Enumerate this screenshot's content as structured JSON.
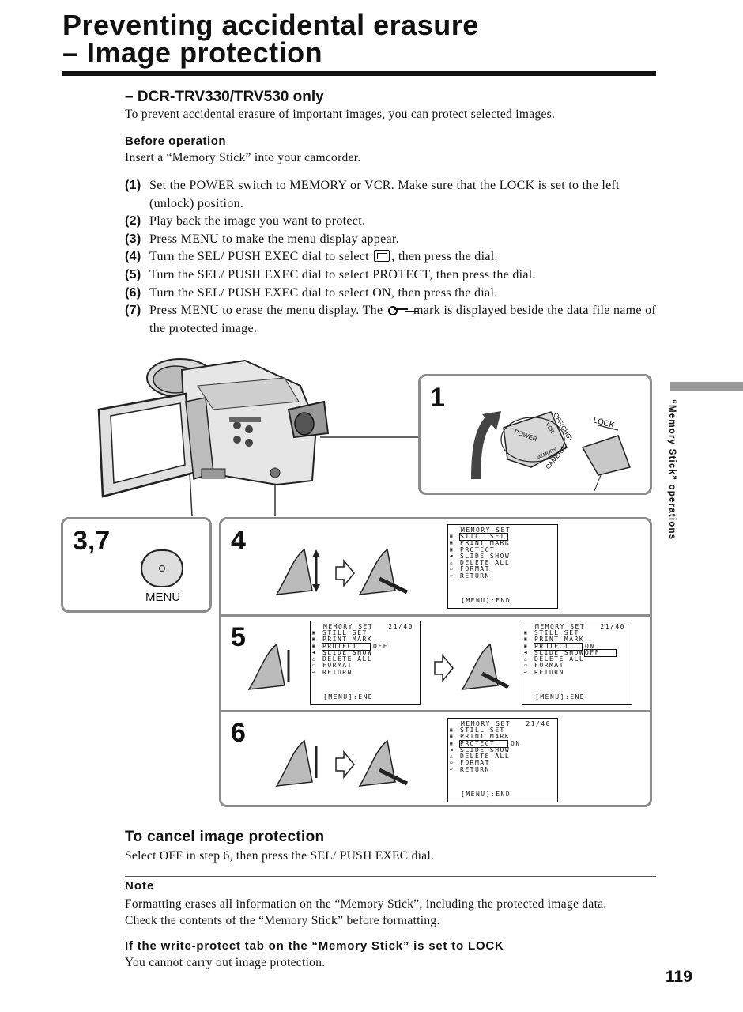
{
  "header": {
    "title_line1": "Preventing accidental erasure",
    "title_line2": "– Image protection"
  },
  "intro": {
    "subtitle": "– DCR-TRV330/TRV530 only",
    "text": "To prevent accidental erasure of important images, you can protect selected images."
  },
  "before": {
    "heading": "Before operation",
    "text": "Insert a “Memory Stick” into your camcorder."
  },
  "steps": [
    {
      "num": "(1)",
      "text": "Set the POWER switch to MEMORY or VCR. Make sure that the LOCK is set to the left (unlock) position."
    },
    {
      "num": "(2)",
      "text": "Play back the image you want to protect."
    },
    {
      "num": "(3)",
      "text": "Press MENU to make the menu display appear."
    },
    {
      "num": "(4)",
      "pre": "Turn the SEL/ PUSH EXEC dial to select",
      "post": ", then press the dial."
    },
    {
      "num": "(5)",
      "text": "Turn the SEL/ PUSH EXEC dial to select PROTECT, then press the dial."
    },
    {
      "num": "(6)",
      "text": "Turn the SEL/ PUSH EXEC dial to select ON, then press the dial."
    },
    {
      "num": "(7)",
      "pre": "Press MENU to erase the menu display. The",
      "post": "mark is displayed beside the data file name of the protected image."
    }
  ],
  "sidebar": {
    "label": "“Memory Stick” operations"
  },
  "figure": {
    "label_1": "1",
    "label_37": "3,7",
    "label_4": "4",
    "label_5": "5",
    "label_6": "6",
    "switch_labels": {
      "power": "POWER",
      "off": "OFF(CHG)",
      "vcr": "VCR",
      "memory": "MEMORY",
      "camera": "CAMERA",
      "lock": "LOCK"
    },
    "menu_button": "MENU",
    "menus": {
      "title": "MEMORY SET",
      "count": "21/40",
      "items": [
        "STILL SET",
        "PRINT MARK",
        "PROTECT",
        "SLIDE SHOW",
        "DELETE ALL",
        "FORMAT",
        "RETURN"
      ],
      "end": "[MENU]:END",
      "value_off": "OFF",
      "value_on": "ON"
    }
  },
  "cancel": {
    "heading": "To cancel image protection",
    "text": "Select OFF in step 6, then press the SEL/ PUSH EXEC dial."
  },
  "note": {
    "heading": "Note",
    "text": "Formatting erases all information on the “Memory Stick”, including the protected image data. Check the contents of the “Memory Stick” before formatting."
  },
  "write_protect": {
    "heading": "If the write-protect tab on the “Memory Stick” is set to LOCK",
    "text": "You cannot carry out image protection."
  },
  "page_number": "119"
}
